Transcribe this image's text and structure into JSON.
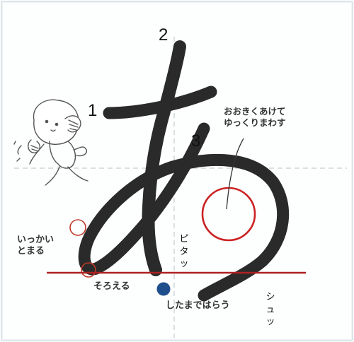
{
  "stroke_numbers": {
    "first": "1",
    "second": "2",
    "third": "3"
  },
  "annotations": {
    "big_loop_line1": "おおきくあけて",
    "big_loop_line2": "ゆっくりまわす",
    "stop_line1": "いっかい",
    "stop_line2": "とまる",
    "align": "そろえる",
    "sweep": "したまではらう",
    "sound_pita": "ピタッ",
    "sound_shu": "シュッ"
  },
  "colors": {
    "brush": "#2a2a2a",
    "guide_line": "#b02020",
    "circle": "#cc2222",
    "dot": "#1f4e8c",
    "label_text": "#333333"
  },
  "icons": {
    "character": "puppy-mascot-icon",
    "dot": "blue-dot-icon"
  }
}
